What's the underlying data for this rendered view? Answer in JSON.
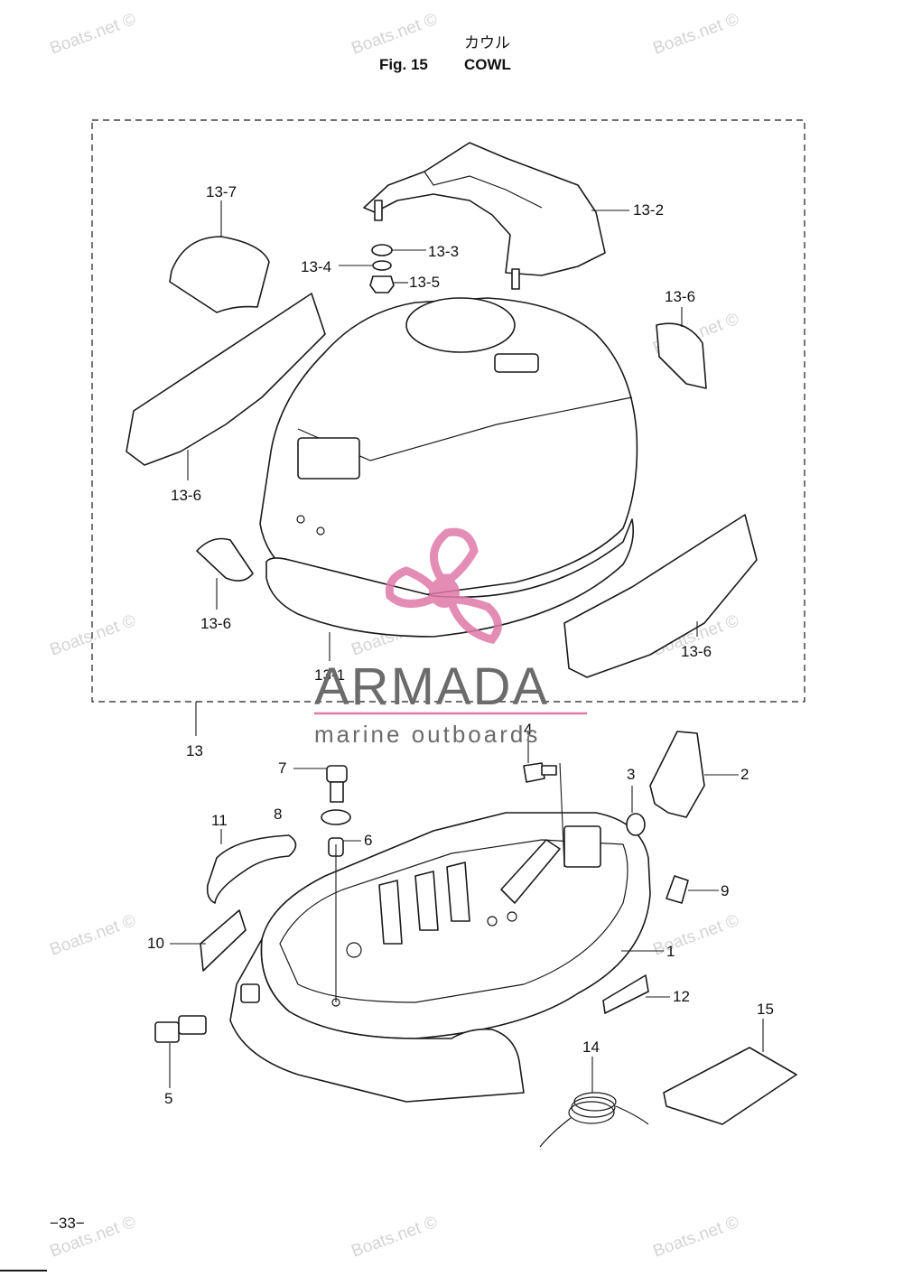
{
  "title": {
    "japanese": "カウル",
    "fig": "Fig. 15",
    "english": "COWL"
  },
  "watermark": {
    "text": "Boats.net ©",
    "color": "#d4d4d4"
  },
  "logo": {
    "name": "ARMADA",
    "tagline": "marine outboards",
    "brand_color": "#e07aa8",
    "text_color": "#6b6b6b"
  },
  "labels": [
    {
      "id": "13-7",
      "text": "13-7"
    },
    {
      "id": "13-2",
      "text": "13-2"
    },
    {
      "id": "13-3",
      "text": "13-3"
    },
    {
      "id": "13-4",
      "text": "13-4"
    },
    {
      "id": "13-5",
      "text": "13-5"
    },
    {
      "id": "13-6a",
      "text": "13-6"
    },
    {
      "id": "13-6b",
      "text": "13-6"
    },
    {
      "id": "13-6c",
      "text": "13-6"
    },
    {
      "id": "13-6d",
      "text": "13-6"
    },
    {
      "id": "13-1",
      "text": "13-1"
    },
    {
      "id": "13",
      "text": "13"
    },
    {
      "id": "4",
      "text": "4"
    },
    {
      "id": "3",
      "text": "3"
    },
    {
      "id": "2",
      "text": "2"
    },
    {
      "id": "7",
      "text": "7"
    },
    {
      "id": "8",
      "text": "8"
    },
    {
      "id": "11",
      "text": "11"
    },
    {
      "id": "6",
      "text": "6"
    },
    {
      "id": "9",
      "text": "9"
    },
    {
      "id": "10",
      "text": "10"
    },
    {
      "id": "1",
      "text": "1"
    },
    {
      "id": "12",
      "text": "12"
    },
    {
      "id": "15",
      "text": "15"
    },
    {
      "id": "14",
      "text": "14"
    },
    {
      "id": "5",
      "text": "5"
    }
  ],
  "page_number": "−33−"
}
